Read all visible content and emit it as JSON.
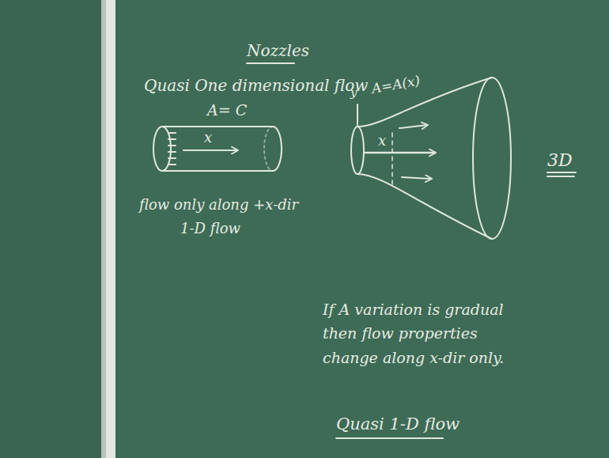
{
  "diagram": {
    "title": "Nozzles",
    "labels": [
      "Quasi One dimensional flow",
      "A= C",
      "x",
      "flow only along +x-dir",
      "1-D flow",
      "y",
      "A=A(x)",
      "x",
      "3D",
      "If A variation is gradual then flow properties change along x-dir only.",
      "Quasi 1-D flow"
    ]
  }
}
